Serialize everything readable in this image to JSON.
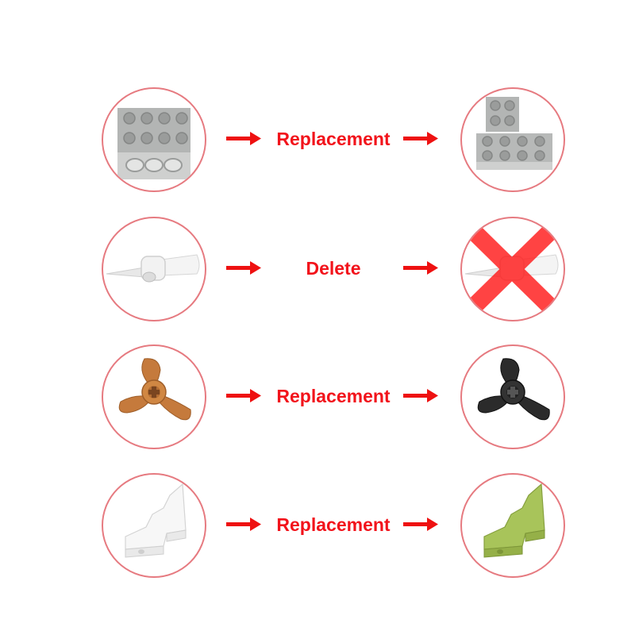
{
  "rows": [
    {
      "label": "Replacement",
      "left_icon": "lego-brick-2x4-gray-icon",
      "right_icon": "lego-brick-and-plate-gray-icon"
    },
    {
      "label": "Delete",
      "left_icon": "lego-propeller-white-icon",
      "right_icon": "red-cross-over-propeller-icon"
    },
    {
      "label": "Replacement",
      "left_icon": "lego-propeller-3-blade-orange-icon",
      "right_icon": "lego-propeller-3-blade-black-icon"
    },
    {
      "label": "Replacement",
      "left_icon": "lego-wedge-wing-white-icon",
      "right_icon": "lego-wedge-wing-lime-icon"
    }
  ],
  "colors": {
    "label_red": "#f2131b",
    "circle_border": "#e67a80",
    "arrow_red": "#ee1111",
    "brick_gray": "#a7a9a8",
    "orange": "#c57a3c",
    "black": "#2b2b2b",
    "lime": "#a8c45a"
  }
}
